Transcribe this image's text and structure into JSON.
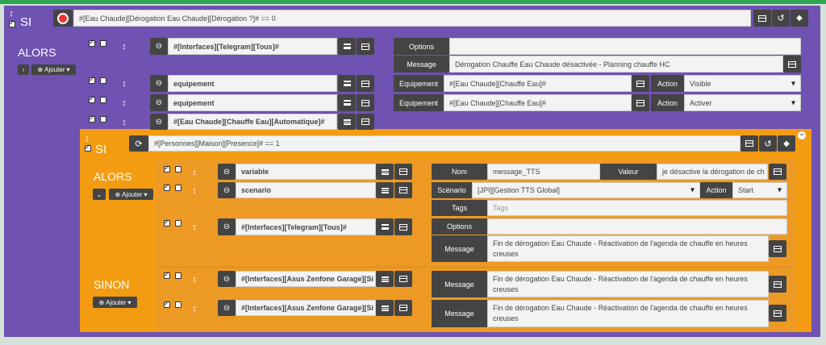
{
  "colors": {
    "accent_green": "#2da451",
    "purple": "#6f52b1",
    "orange": "#f39c12",
    "dark": "#444444"
  },
  "si1": {
    "label": "SI",
    "condition": "#[Eau Chaude][Dérogation Eau Chaude][Dérogation ?]# == 0"
  },
  "alors1": {
    "label": "ALORS",
    "ajouter": "Ajouter",
    "actions": [
      {
        "cmd": "#[Interfaces][Telegram][Tous]#",
        "opt1": "Options",
        "opt1_value": "",
        "opt2": "Message",
        "opt2_value": "Dérogation Chauffe Eau Chaude désactivée - Planning chauffe HC"
      },
      {
        "cmd": "equipement",
        "eq_label": "Equipement",
        "eq_value": "#[Eau Chaude][Chauffe Eau]#",
        "act_label": "Action",
        "act_value": "Visible"
      },
      {
        "cmd": "equipement",
        "eq_label": "Equipement",
        "eq_value": "#[Eau Chaude][Chauffe Eau]#",
        "act_label": "Action",
        "act_value": "Activer"
      },
      {
        "cmd": "#[Eau Chaude][Chauffe Eau][Automatique]#"
      }
    ]
  },
  "si2": {
    "label": "SI",
    "condition": "#[Personnes][Maison][Presence]# == 1"
  },
  "alors2": {
    "label": "ALORS",
    "ajouter": "Ajouter",
    "actions": [
      {
        "cmd": "variable",
        "nom_label": "Nom",
        "nom_value": "message_TTS",
        "val_label": "Valeur",
        "val_value": "je désactive la dérogation de ch"
      },
      {
        "cmd": "scenario",
        "sc_label": "Scénario",
        "sc_value": "[JPI][Gestion TTS Global]",
        "act_label": "Action",
        "act_value": "Start",
        "tags_label": "Tags",
        "tags_placeholder": "Tags"
      },
      {
        "cmd": "#[Interfaces][Telegram][Tous]#",
        "opt_label": "Options",
        "opt_value": "",
        "msg_label": "Message",
        "msg_value": "Fin de dérogation Eau Chaude - Réactivation de l'agenda de chauffe en heures creuses"
      }
    ]
  },
  "sinon": {
    "label": "SINON",
    "ajouter": "Ajouter",
    "actions": [
      {
        "cmd": "#[Interfaces][Asus Zenfone Garage][Si",
        "msg_label": "Message",
        "msg_value": "Fin de dérogation Eau Chaude - Réactivation de l'agenda de chauffe en heures creuses"
      },
      {
        "cmd": "#[Interfaces][Asus Zenfone Garage][Si",
        "msg_label": "Message",
        "msg_value": "Fin de dérogation Eau Chaude - Réactivation de l'agenda de chauffe en heures creuses"
      }
    ]
  }
}
